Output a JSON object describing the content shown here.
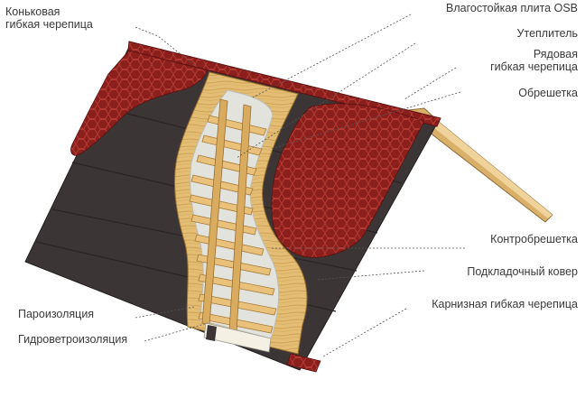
{
  "diagram": {
    "labels": {
      "ridge_shingle": [
        "Коньковая",
        "гибкая черепица"
      ],
      "osb": "Влагостойкая плита OSB",
      "insulation": "Утеплитель",
      "row_shingle": [
        "Рядовая",
        "гибкая черепица"
      ],
      "lathing": "Обрешетка",
      "counter_lathing": "Контробрешетка",
      "underlay": "Подкладочный ковер",
      "eaves_shingle": "Карнизная гибкая черепица",
      "vapor_barrier": "Пароизоляция",
      "wind_barrier": "Гидроветроизоляция"
    },
    "colors": {
      "underlay": "#3c3535",
      "shingle": "#8b1f1c",
      "wood": "#e6c27a",
      "insulation": "#e2e2dc",
      "leader": "#555555"
    }
  }
}
